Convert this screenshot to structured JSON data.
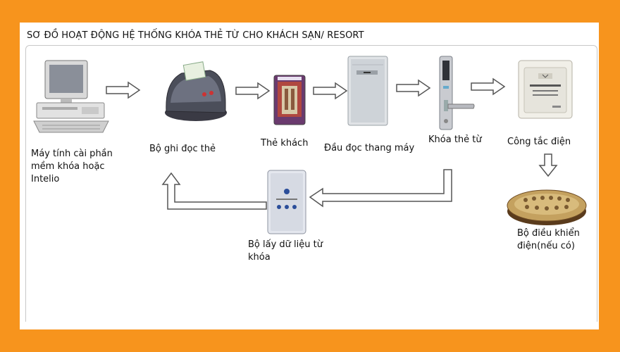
{
  "title": "SƠ ĐỒ HOẠT ĐỘNG HỆ THỐNG KHÓA THẺ TỪ CHO KHÁCH SẠN/ RESORT",
  "nodes": {
    "computer": "Máy tính cài phần\nmềm khóa hoặc\nIntelio",
    "encoder": "Bộ ghi đọc thẻ",
    "guest_card": "Thẻ khách",
    "elevator_reader": "Đầu đọc thang máy",
    "card_lock": "Khóa thẻ từ",
    "power_switch": "Công tắc điện",
    "power_controller": "Bộ điều khiển\nđiện(nếu có)",
    "data_collector": "Bộ lấy dữ liệu từ\nkhóa"
  },
  "colors": {
    "background": "#f7941d",
    "arrow_stroke": "#555555"
  }
}
